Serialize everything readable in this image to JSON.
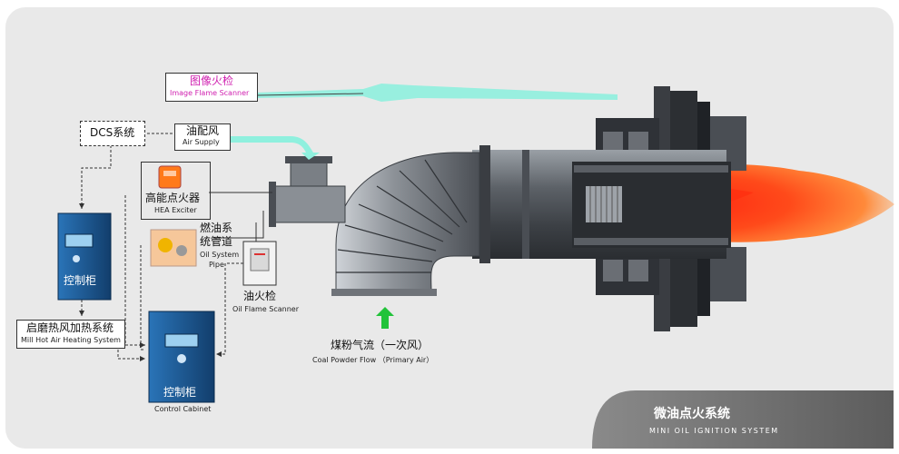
{
  "title": {
    "cn": "微油点火系统",
    "en": "MINI OIL IGNITION SYSTEM"
  },
  "scanner": {
    "cn": "图像火检",
    "en": "Image Flame Scanner"
  },
  "dcs": {
    "label": "DCS系统"
  },
  "air_supply": {
    "cn": "油配风",
    "en": "Air Supply"
  },
  "exciter": {
    "cn": "高能点火器",
    "en": "HEA Exciter"
  },
  "oil_pipe": {
    "cn_line1": "燃油系",
    "cn_line2": "统管道",
    "en_line1": "Oil System",
    "en_line2": "Pipe"
  },
  "oil_scanner": {
    "cn": "油火检",
    "en": "Oil Flame Scanner"
  },
  "cabinet_small": {
    "label": "控制柜"
  },
  "cabinet_large": {
    "label": "控制柜",
    "en": "Control Cabinet"
  },
  "mill": {
    "cn": "启磨热风加热系统",
    "en": "Mill Hot Air Heating System"
  },
  "coal_flow": {
    "cn": "煤粉气流（一次风）",
    "en": "Coal Powder Flow （Primary Air）"
  },
  "colors": {
    "flame": "#ff5a1a",
    "air": "#7fe8d8",
    "arrow": "#22c33a",
    "cabinet": "#1d5fa0",
    "pipe": "#6b6f74",
    "title_bg": "#6b6b6b"
  }
}
